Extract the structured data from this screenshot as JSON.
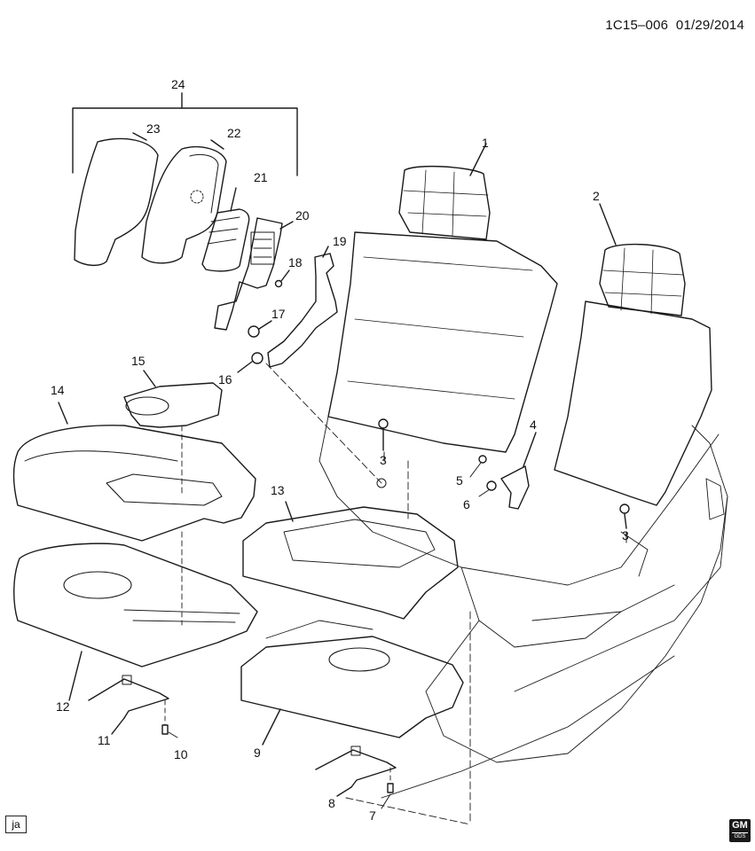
{
  "header": {
    "diagram_id": "1C15–006",
    "date": "01/29/2014"
  },
  "callouts": [
    "24",
    "23",
    "22",
    "21",
    "20",
    "19",
    "18",
    "17",
    "16",
    "15",
    "14",
    "13",
    "12",
    "11",
    "10",
    "9",
    "8",
    "7",
    "6",
    "5",
    "4",
    "3",
    "3",
    "2",
    "1"
  ],
  "footer": {
    "badge": "ja",
    "brand": "GM",
    "brand_sub": "GDS"
  }
}
